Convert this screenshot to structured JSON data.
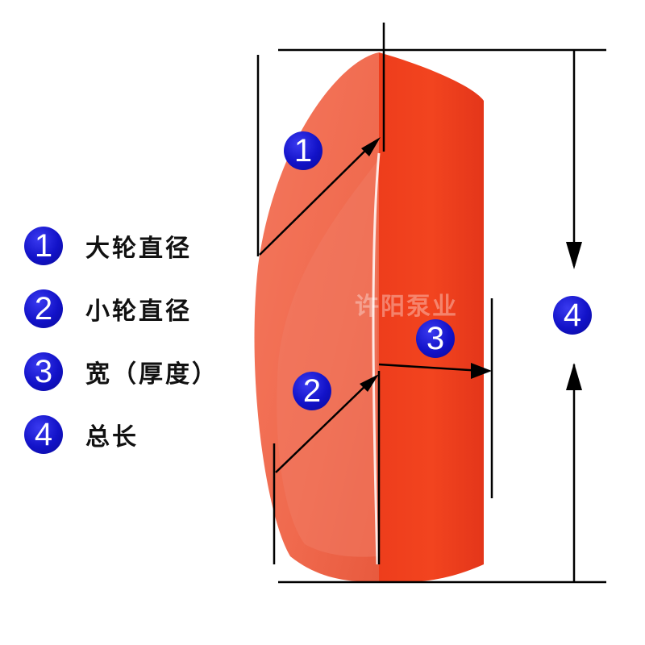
{
  "legend": [
    {
      "number": "1",
      "label": "大轮直径"
    },
    {
      "number": "2",
      "label": "小轮直径"
    },
    {
      "number": "3",
      "label": "宽（厚度）"
    },
    {
      "number": "4",
      "label": "总长"
    }
  ],
  "markers": {
    "m1": "1",
    "m2": "2",
    "m3": "3",
    "m4": "4"
  },
  "watermark": "许阳泵业",
  "colors": {
    "part_red": "#f0421e",
    "part_red_dark": "#e8391a",
    "badge_blue": "#1212c8",
    "line_black": "#000000"
  }
}
